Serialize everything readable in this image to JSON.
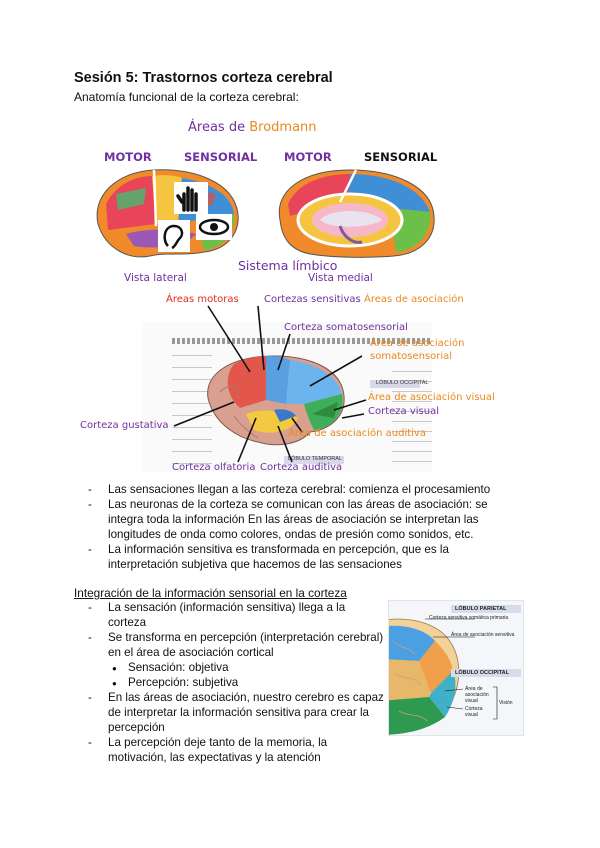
{
  "page": {
    "title": "Sesión 5: Trastornos corteza cerebral",
    "subtitle": "Anatomía funcional de la corteza cerebral:"
  },
  "figure1": {
    "heading_part1": "Áreas de",
    "heading_part2": "Brodmann",
    "motor_left": "MOTOR",
    "sensorial_left": "SENSORIAL",
    "motor_right": "MOTOR",
    "sensorial_right": "SENSORIAL",
    "sistema_limbico": "Sistema límbico",
    "vista_lateral": "Vista lateral",
    "vista_medial": "Vista medial",
    "colors": {
      "purple": "#7030a0",
      "orange": "#e8891c"
    }
  },
  "figure2": {
    "areas_motoras": "Áreas motoras",
    "cortezas_sensitivas": "Cortezas sensitivas",
    "areas_asociacion": "Áreas de asociación",
    "corteza_somatosensorial": "Corteza somatosensorial",
    "area_asoc_somato_1": "Área de asociación",
    "area_asoc_somato_2": "somatosensorial",
    "area_asoc_visual": "Área de asociación visual",
    "corteza_visual": "Corteza visual",
    "area_asoc_auditiva": "Área de asociación auditiva",
    "corteza_gustativa": "Corteza gustativa",
    "corteza_olfatoria": "Corteza olfatoria",
    "corteza_auditiva": "Corteza auditiva",
    "lobulo_occipital": "LÓBULO OCCIPITAL",
    "lobulo_temporal": "LÓBULO TEMPORAL"
  },
  "bullets1": [
    "Las sensaciones llegan a las corteza cerebral: comienza el procesamiento",
    "Las neuronas de la corteza se comunican con las áreas de asociación: se integra toda la información En las áreas de asociación se interpretan las longitudes de onda como colores, ondas de presión como sonidos, etc.",
    "La información sensitiva es transformada en percepción, que es la interpretación subjetiva que hacemos de las sensaciones"
  ],
  "section2": {
    "heading": "Integración de la información sensorial en la corteza",
    "items": [
      "La sensación (información sensitiva) llega a la corteza",
      "Se transforma en percepción (interpretación cerebral) en el área de asociación cortical"
    ],
    "sub_items": [
      "Sensación: objetiva",
      "Percepción: subjetiva"
    ],
    "items2": [
      "En las áreas de asociación, nuestro cerebro es capaz de interpretar la información sensitiva para crear la percepción",
      "La percepción deje tanto de la memoria, la motivación, las expectativas y la atención"
    ]
  },
  "figure3": {
    "lobulo_parietal": "LÓBULO PARIETAL",
    "corteza_sensitiva_primaria": "Corteza sensitiva somática primaria",
    "area_asoc_sensitiva": "Área de asociación sensitiva",
    "lobulo_occipital": "LÓBULO OCCIPITAL",
    "area_asoc_visual_1": "Área de",
    "area_asoc_visual_2": "asociación",
    "area_asoc_visual_3": "visual",
    "corteza_visual_1": "Corteza",
    "corteza_visual_2": "visual",
    "visión": "Visión"
  }
}
